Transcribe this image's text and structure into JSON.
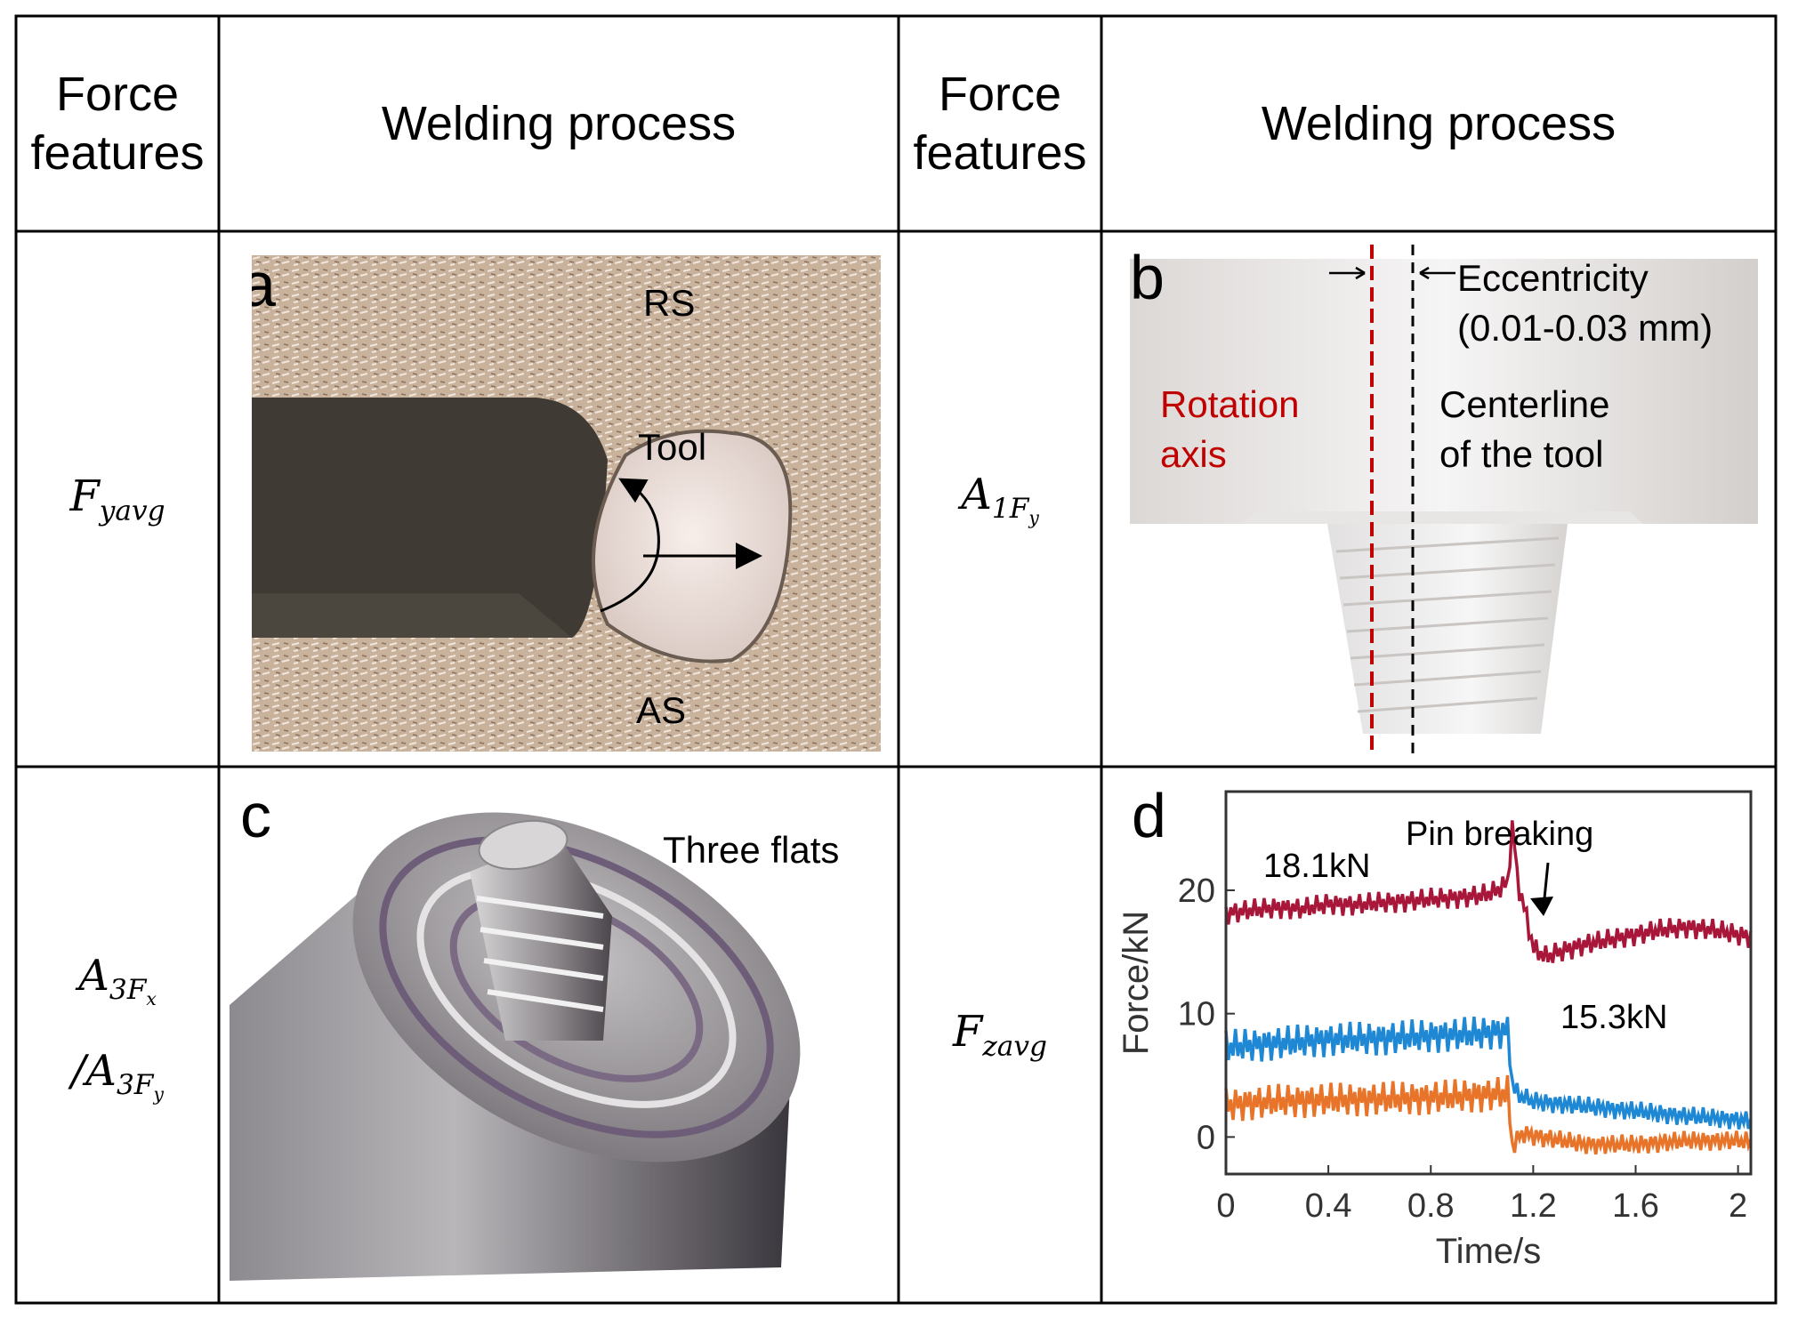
{
  "table": {
    "headers": [
      "Force\nfeatures",
      "Welding process",
      "Force\nfeatures",
      "Welding process"
    ],
    "header_col1_line1": "Force",
    "header_col1_line2": "features",
    "header_col2": "Welding process",
    "header_col3_line1": "Force",
    "header_col3_line2": "features",
    "header_col4": "Welding process",
    "row1_left_feature": "F_yavg",
    "row1_right_feature": "A_1Fy",
    "row2_left_feature": "A_3Fx/A_3Fy",
    "row2_right_feature": "F_zavg"
  },
  "panel_a": {
    "label": "a",
    "rs": "RS",
    "as": "AS",
    "tool": "Tool"
  },
  "panel_b": {
    "label": "b",
    "eccentricity_line1": "Eccentricity",
    "eccentricity_line2": "(0.01-0.03 mm)",
    "rotation_line1": "Rotation",
    "rotation_line2": "axis",
    "centerline_line1": "Centerline",
    "centerline_line2": "of the tool",
    "rotation_color": "#c00000"
  },
  "panel_c": {
    "label": "c",
    "three_flats": "Three flats"
  },
  "panel_d": {
    "label": "d",
    "annotation_high": "18.1kN",
    "annotation_low": "15.3kN",
    "annotation_pin": "Pin breaking"
  },
  "chart_data": {
    "type": "line",
    "xlabel": "Time/s",
    "ylabel": "Force/kN",
    "xlim": [
      0,
      2.05
    ],
    "ylim": [
      -3,
      28
    ],
    "xticks": [
      0,
      0.4,
      0.8,
      1.2,
      1.6,
      2
    ],
    "xtick_labels": [
      "0",
      "0.4",
      "0.8",
      "1.2",
      "1.6",
      "2"
    ],
    "yticks": [
      0,
      10,
      20
    ],
    "ytick_labels": [
      "0",
      "10",
      "20"
    ],
    "series": [
      {
        "color": "#a8173a",
        "x": [
          0,
          0.1,
          0.2,
          0.3,
          0.4,
          0.5,
          0.6,
          0.7,
          0.8,
          0.9,
          1.0,
          1.05,
          1.1,
          1.12,
          1.14,
          1.17,
          1.2,
          1.25,
          1.3,
          1.4,
          1.5,
          1.6,
          1.7,
          1.8,
          1.9,
          2.0,
          2.05
        ],
        "y": [
          18.1,
          18.4,
          18.6,
          18.5,
          18.9,
          18.8,
          19.0,
          19.1,
          19.3,
          19.4,
          19.6,
          19.9,
          20.6,
          25.5,
          20.5,
          18.2,
          15.3,
          14.6,
          15.0,
          15.6,
          16.0,
          16.4,
          16.8,
          17.0,
          16.8,
          16.4,
          16.2
        ]
      },
      {
        "color": "#1e88d4",
        "x": [
          0,
          0.2,
          0.4,
          0.6,
          0.8,
          1.0,
          1.1,
          1.12,
          1.15,
          1.2,
          1.4,
          1.6,
          1.8,
          2.0,
          2.05
        ],
        "y": [
          7.3,
          7.6,
          7.9,
          8.0,
          8.2,
          8.4,
          8.6,
          4.0,
          3.3,
          2.9,
          2.5,
          2.1,
          1.7,
          1.4,
          1.3
        ]
      },
      {
        "color": "#e8742a",
        "x": [
          0,
          0.2,
          0.4,
          0.6,
          0.8,
          1.0,
          1.1,
          1.12,
          1.15,
          1.2,
          1.4,
          1.6,
          1.8,
          2.0,
          2.05
        ],
        "y": [
          2.6,
          2.9,
          3.0,
          3.1,
          3.2,
          3.4,
          3.6,
          -1.0,
          0.3,
          0.1,
          -0.6,
          -0.6,
          -0.3,
          -0.3,
          -0.4
        ]
      }
    ]
  }
}
